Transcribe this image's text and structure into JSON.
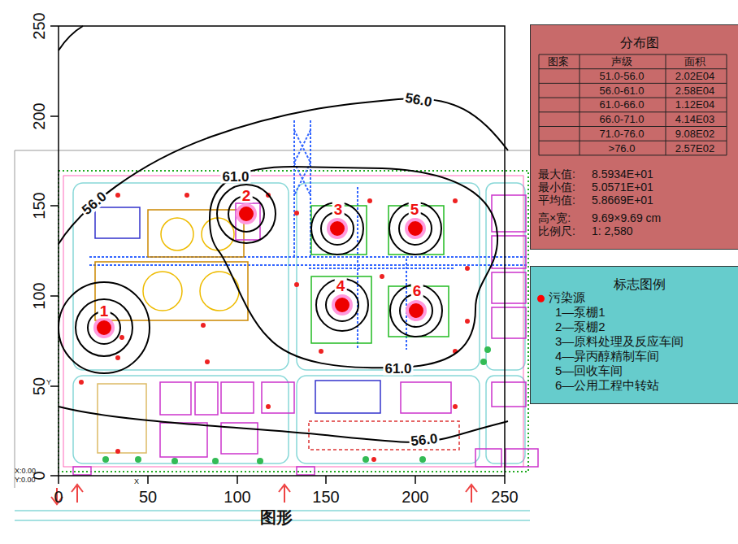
{
  "diagram": {
    "caption": "图形",
    "nodes": [
      {
        "text": [
          "分布图"
        ]
      },
      {
        "text": [
          "标志图例"
        ]
      }
    ],
    "labels": [
      "图案",
      "声级",
      "面积",
      "51.0-56.0",
      "2.02E04",
      "56.0-61.0",
      "2.58E04",
      "61.0-66.0",
      "1.12E04",
      "66.0-71.0",
      "4.14E03",
      "71.0-76.0",
      "9.08E02",
      ">76.0",
      "2.57E02",
      "最大值:",
      "8.5934E+01",
      "最小值:",
      "5.0571E+01",
      "平均值:",
      "5.8669E+01",
      "高×宽:",
      "9.69×9.69 cm",
      "比例尺:",
      "1: 2,580",
      "56.0",
      "56.0",
      "61.0",
      "61.0",
      "56.0",
      "1",
      "2",
      "3",
      "4",
      "5",
      "6",
      "250",
      "200",
      "150",
      "100",
      "50",
      "0",
      "0",
      "50",
      "100",
      "150",
      "200",
      "250",
      "X:0.00",
      "Y:0.00",
      "Y",
      "X"
    ],
    "legend": [
      {
        "text": "污染源",
        "color": "#ff0000"
      },
      {
        "text": "1—泵棚1"
      },
      {
        "text": "2—泵棚2"
      },
      {
        "text": "3—原料处理及反应车间"
      },
      {
        "text": "4—异丙醇精制车间"
      },
      {
        "text": "5—回收车间"
      },
      {
        "text": "6—公用工程中转站"
      }
    ]
  }
}
